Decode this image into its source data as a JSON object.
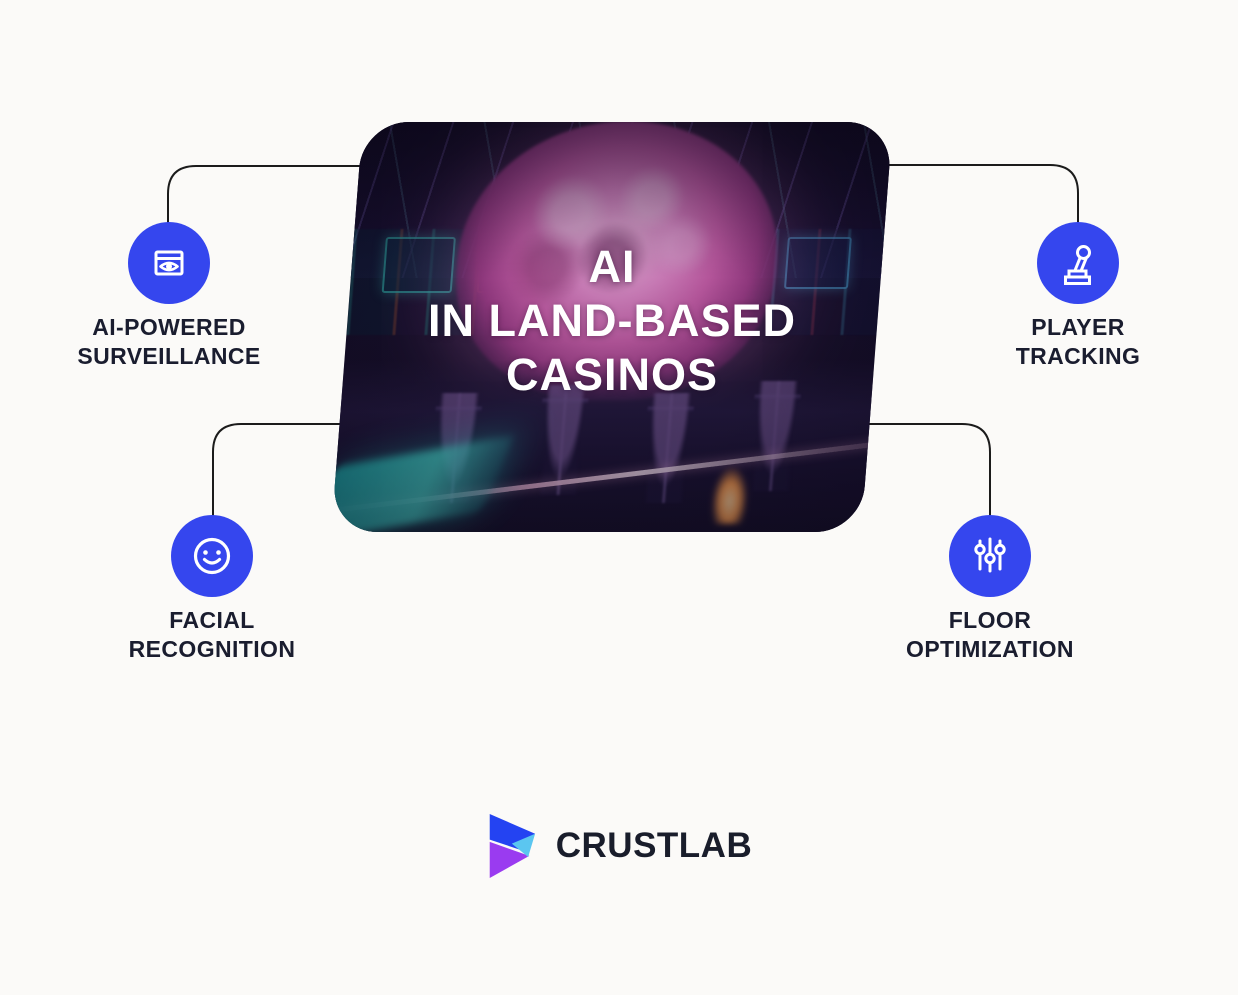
{
  "card": {
    "title_line1": "AI",
    "title_line2": "IN LAND-BASED",
    "title_line3": "CASINOS"
  },
  "features": [
    {
      "id": "ai-powered-surveillance",
      "label_line1": "AI-POWERED",
      "label_line2": "SURVEILLANCE",
      "icon": "surveillance-window-eye-icon"
    },
    {
      "id": "player-tracking",
      "label_line1": "PLAYER",
      "label_line2": "TRACKING",
      "icon": "joystick-icon"
    },
    {
      "id": "facial-recognition",
      "label_line1": "FACIAL",
      "label_line2": "RECOGNITION",
      "icon": "smiley-face-icon"
    },
    {
      "id": "floor-optimization",
      "label_line1": "FLOOR",
      "label_line2": "OPTIMIZATION",
      "icon": "sliders-icon"
    }
  ],
  "footer": {
    "brand": "CRUSTLAB"
  },
  "colors": {
    "page_background": "#FBFAF8",
    "icon_circle_blue": "#3546EE",
    "label_text": "#1A1D2F",
    "connector_line": "#1B1B1B",
    "card_title_text": "#FFFFFF",
    "brain_pink": "#EF93D4",
    "neon_teal": "#1FD9CE",
    "logo_blue": "#2443F2",
    "logo_purple": "#9A3BF0",
    "logo_cyan": "#5BC6F0",
    "logo_text": "#191D2B"
  }
}
